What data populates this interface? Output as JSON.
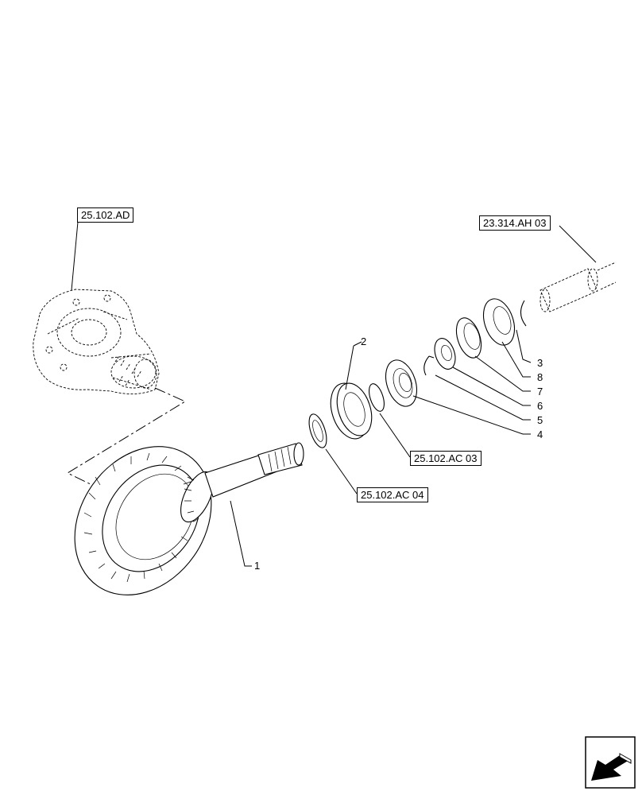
{
  "references": {
    "differential": "25.102.AD",
    "shaft": "23.314.AH 03",
    "bearing_kit_03": "25.102.AC 03",
    "bearing_kit_04": "25.102.AC 04"
  },
  "callouts": {
    "c1": "1",
    "c2": "2",
    "c3": "3",
    "c4": "4",
    "c5": "5",
    "c6": "6",
    "c7": "7",
    "c8": "8"
  },
  "icons": {
    "nav": "previous-page-arrow-icon"
  }
}
